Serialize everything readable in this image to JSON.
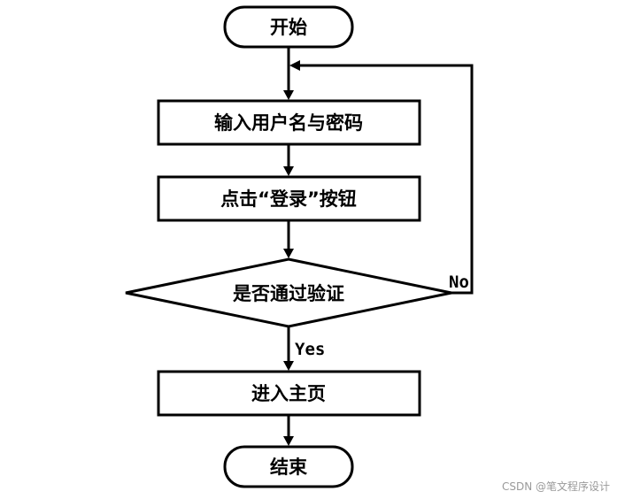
{
  "nodes": {
    "start": "开始",
    "input_credentials": "输入用户名与密码",
    "click_login": "点击“登录”按钮",
    "verify": "是否通过验证",
    "enter_home": "进入主页",
    "end": "结束"
  },
  "edges": {
    "yes_label": "Yes",
    "no_label": "No"
  },
  "watermark": "CSDN @笔文程序设计"
}
